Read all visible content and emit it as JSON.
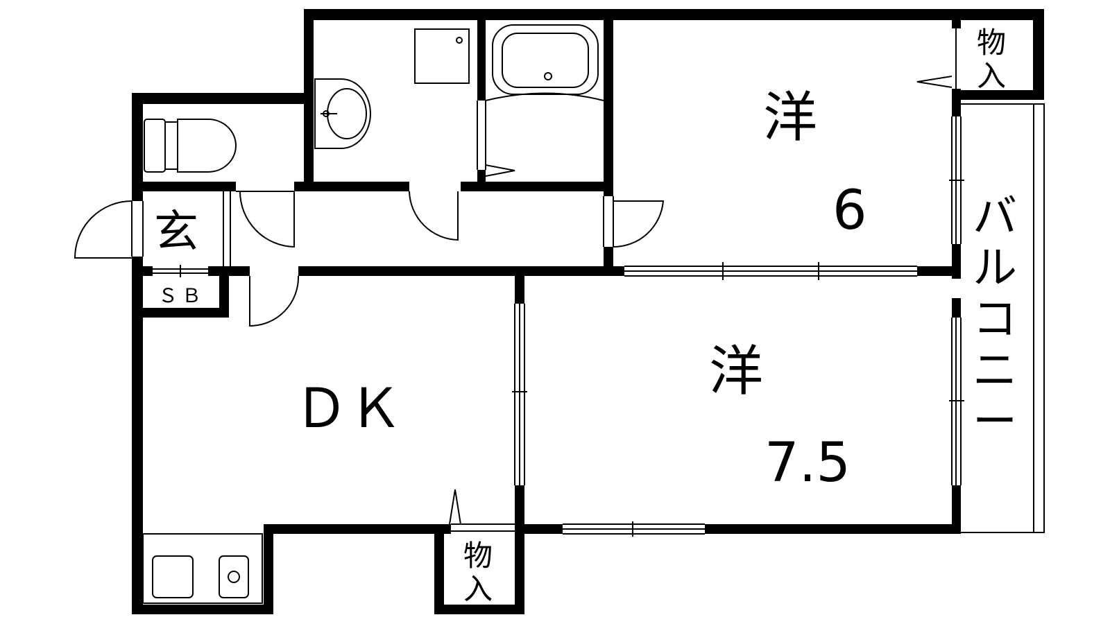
{
  "rooms": {
    "western_6": {
      "label": "洋",
      "size": "6"
    },
    "western_7_5": {
      "label": "洋",
      "size": "7.5"
    },
    "dk": {
      "label": "ＤＫ"
    },
    "entrance": {
      "label": "玄"
    },
    "shoe_box": {
      "label": "ＳＢ"
    },
    "storage_top": {
      "line1": "物",
      "line2": "入"
    },
    "storage_bottom": {
      "line1": "物",
      "line2": "入"
    },
    "balcony": {
      "chars": [
        "バ",
        "ル",
        "コ",
        "ニ",
        "ー"
      ]
    }
  },
  "colors": {
    "wall": "#000000",
    "background": "#ffffff"
  }
}
